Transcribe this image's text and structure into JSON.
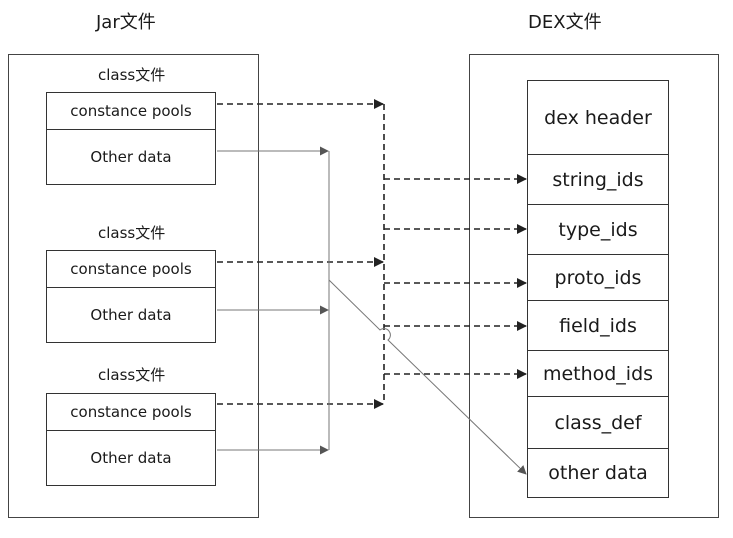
{
  "jar": {
    "title": "Jar文件",
    "classes": [
      {
        "label": "class文件",
        "pool": "constance pools",
        "other": "Other data"
      },
      {
        "label": "class文件",
        "pool": "constance pools",
        "other": "Other data"
      },
      {
        "label": "class文件",
        "pool": "constance pools",
        "other": "Other data"
      }
    ]
  },
  "dex": {
    "title": "DEX文件",
    "sections": [
      "dex header",
      "string_ids",
      "type_ids",
      "proto_ids",
      "field_ids",
      "method_ids",
      "class_def",
      "other data"
    ]
  },
  "colors": {
    "line": "#333333",
    "dashed": "#222222",
    "thin": "#777777"
  }
}
